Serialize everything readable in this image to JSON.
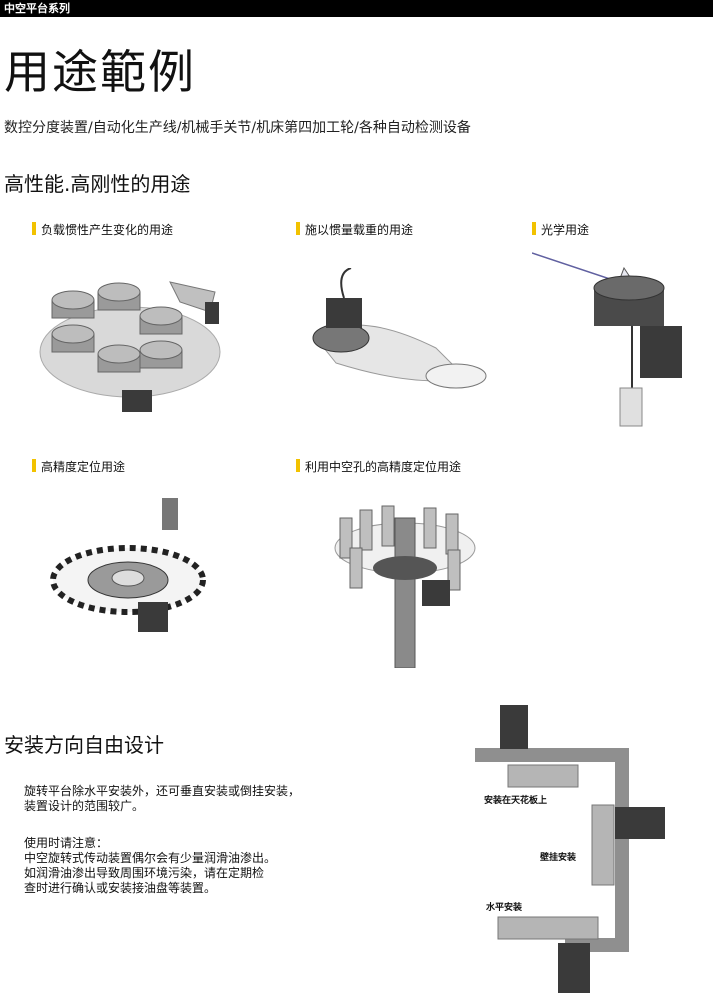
{
  "header": {
    "series": "中空平台系列"
  },
  "page": {
    "title": "用途範例",
    "subtitle": "数控分度装置/自动化生产线/机械手关节/机床第四加工轮/各种自动检测设备"
  },
  "section1": {
    "heading": "高性能.高刚性的用途",
    "items": [
      {
        "label": "负载惯性产生变化的用途"
      },
      {
        "label": "施以惯量载重的用途"
      },
      {
        "label": "光学用途"
      },
      {
        "label": "高精度定位用途"
      },
      {
        "label": "利用中空孔的高精度定位用途"
      }
    ]
  },
  "section2": {
    "heading": "安装方向自由设计",
    "para1": [
      "旋转平台除水平安装外，还可垂直安装或倒挂安装，",
      "装置设计的范围较广。"
    ],
    "para2": [
      "使用时请注意：",
      "中空旋转式传动装置偶尔会有少量润滑油渗出。",
      "如润滑油渗出导致周围环境污染，请在定期检",
      "查时进行确认或安装接油盘等装置。"
    ],
    "diagram": {
      "ceiling_label": "安装在天花板上",
      "wall_label": "壁挂安装",
      "horizontal_label": "水平安装"
    }
  },
  "colors": {
    "accent": "#f2c200",
    "bar": "#000000",
    "motor": "#3a3a3a",
    "table": "#a9a9a9"
  }
}
